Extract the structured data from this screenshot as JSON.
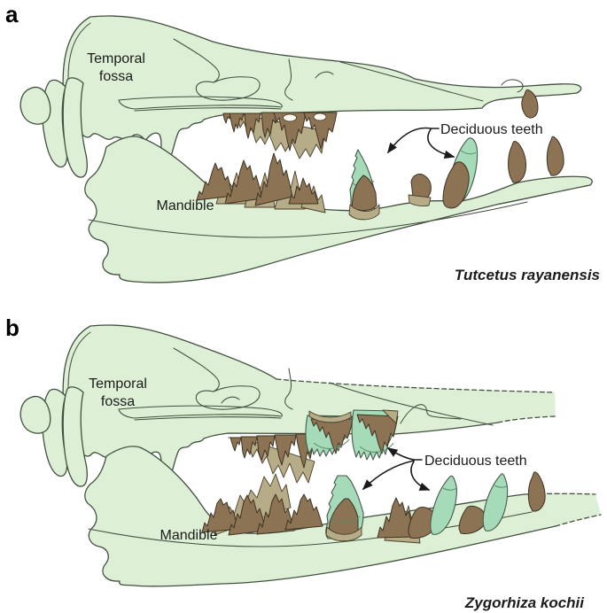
{
  "palette": {
    "background": "#ffffff",
    "bone_fill": "#ddf0d6",
    "bone_outline": "#42503f",
    "permanent_tooth_dark": "#8b7354",
    "permanent_tooth_light": "#b6ac87",
    "deciduous_tooth": "#a6dbb9",
    "deciduous_tooth_shade": "#8ccfa6",
    "annotation": "#1b1b1b"
  },
  "panels": [
    {
      "letter": "a",
      "species": "Tutcetus rayanensis",
      "labels": {
        "temporal_fossa_line1": "Temporal",
        "temporal_fossa_line2": "fossa",
        "mandible": "Mandible",
        "deciduous_teeth": "Deciduous teeth"
      }
    },
    {
      "letter": "b",
      "species": "Zygorhiza kochii",
      "labels": {
        "temporal_fossa_line1": "Temporal",
        "temporal_fossa_line2": "fossa",
        "mandible": "Mandible",
        "deciduous_teeth": "Deciduous teeth"
      }
    }
  ]
}
